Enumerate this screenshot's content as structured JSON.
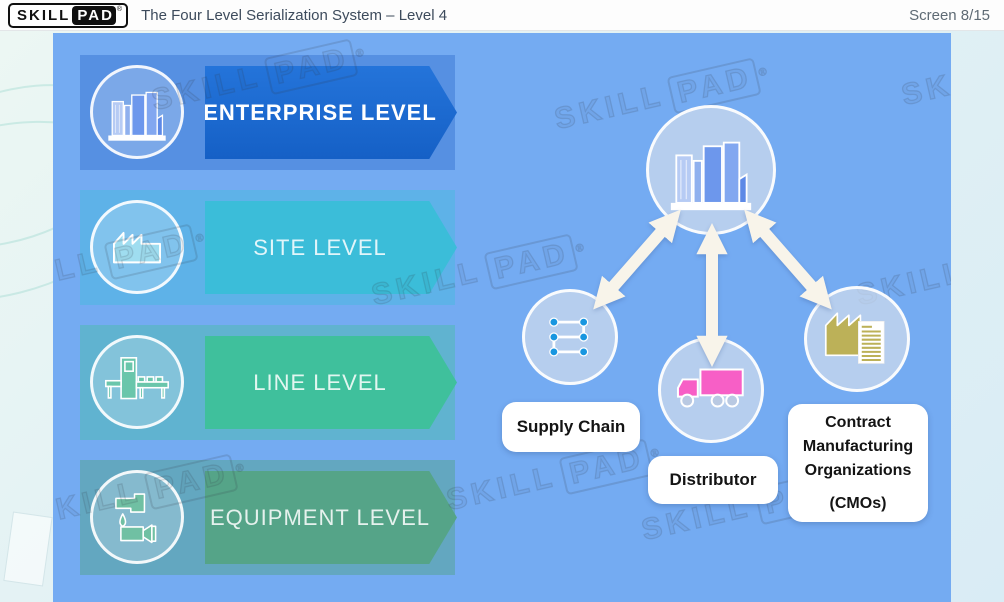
{
  "header": {
    "logo_skill": "SKILL",
    "logo_pad": "PAD",
    "logo_reg": "®",
    "title": "The Four Level Serialization System – Level 4",
    "screen_counter": "Screen 8/15"
  },
  "levels": [
    {
      "label": "ENTERPRISE LEVEL",
      "color": "#1865cd",
      "icon": "enterprise-building-icon"
    },
    {
      "label": "SITE LEVEL",
      "color": "#3bbdd9",
      "icon": "factory-site-icon"
    },
    {
      "label": "LINE LEVEL",
      "color": "#3fc09c",
      "icon": "production-line-icon"
    },
    {
      "label": "EQUIPMENT LEVEL",
      "color": "#55a488",
      "icon": "printer-camera-icon"
    }
  ],
  "diagram": {
    "hub": {
      "icon": "enterprise-building-icon"
    },
    "nodes": [
      {
        "label": "Supply Chain",
        "icon": "supply-chain-network-icon",
        "accent": "#1896e0"
      },
      {
        "label": "Distributor",
        "icon": "delivery-truck-icon",
        "accent": "#f75fc6"
      },
      {
        "label_line1": "Contract Manufacturing Organizations",
        "label_line2": "(CMOs)",
        "icon": "factory-document-icon",
        "accent": "#bcb158"
      }
    ]
  },
  "watermark": {
    "skill": "SKILL",
    "pad": "PAD",
    "reg": "®"
  },
  "colors": {
    "panel_background": "#74abf2",
    "arrow_connector": "#f8f4ea",
    "header_text": "#3d4b5c"
  }
}
